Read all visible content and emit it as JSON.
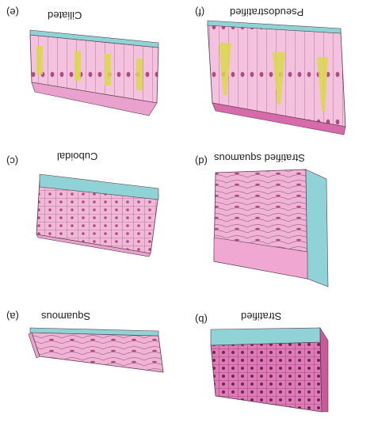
{
  "panels": [
    {
      "key": "a",
      "letter": "(a)",
      "title": "Squamous"
    },
    {
      "key": "b",
      "letter": "(b)",
      "title": "Stratified"
    },
    {
      "key": "c",
      "letter": "(c)",
      "title": "Cuboidal"
    },
    {
      "key": "d",
      "letter": "(d)",
      "title": "Stratified squamous"
    },
    {
      "key": "e",
      "letter": "(e)",
      "title": "Ciliated"
    },
    {
      "key": "f",
      "letter": "(f)",
      "title": "Pseudostratified"
    }
  ],
  "colors": {
    "cell_pink": "#f2b8d8",
    "cell_magenta": "#e07ab8",
    "basement_teal": "#8fd3d6",
    "goblet_yellow": "#d9d94a",
    "nucleus": "#b04a86",
    "outline": "#5a3a4a"
  }
}
